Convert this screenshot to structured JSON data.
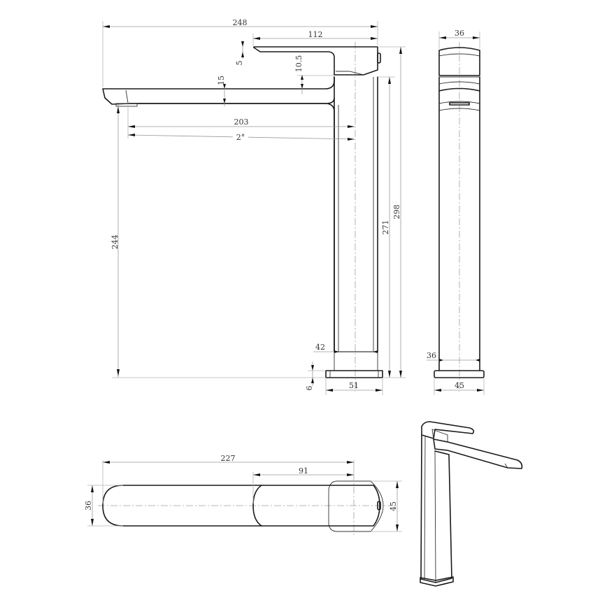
{
  "drawing": {
    "subject": "Tall basin mixer tap technical drawing",
    "line_color": "#1a1a1a",
    "dimension_color": "#9a9a9a",
    "background": "#ffffff"
  },
  "views": {
    "front": {
      "dimensions": {
        "overall_reach": "248",
        "handle_length": "112",
        "handle_thickness": "5",
        "gap_handle_spout": "10.5",
        "spout_thickness": "15",
        "spout_reach": "203",
        "spout_angle": "2°",
        "spout_outlet_height": "244",
        "body_height": "271",
        "overall_height": "298",
        "body_width": "42",
        "base_thickness": "6",
        "base_width": "51"
      }
    },
    "side": {
      "dimensions": {
        "handle_width": "36",
        "body_width": "36",
        "base_width": "45"
      }
    },
    "top": {
      "dimensions": {
        "overall_length": "227",
        "handle_length": "91",
        "spout_width": "36",
        "base_width": "45"
      }
    },
    "isometric": {
      "label": ""
    }
  }
}
